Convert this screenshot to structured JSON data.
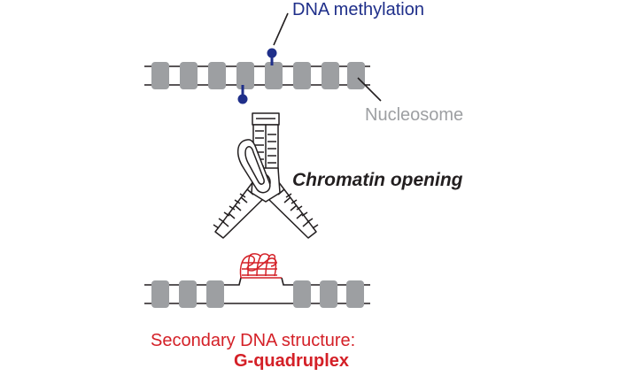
{
  "labels": {
    "dna_methylation": "DNA methylation",
    "nucleosome": "Nucleosome",
    "chromatin_opening": "Chromatin opening",
    "secondary_structure": "Secondary DNA structure:",
    "g_quadruplex": "G-quadruplex"
  },
  "colors": {
    "methylation": "#1f2f8a",
    "nucleosome_fill": "#9d9fa2",
    "nucleosome_label": "#9d9fa2",
    "quadruplex": "#d42027",
    "dna_line": "#231f20",
    "text_dark": "#231f20"
  },
  "icons": {
    "zipper": "zipper-icon",
    "methyl_mark": "lollipop-marker-icon"
  }
}
